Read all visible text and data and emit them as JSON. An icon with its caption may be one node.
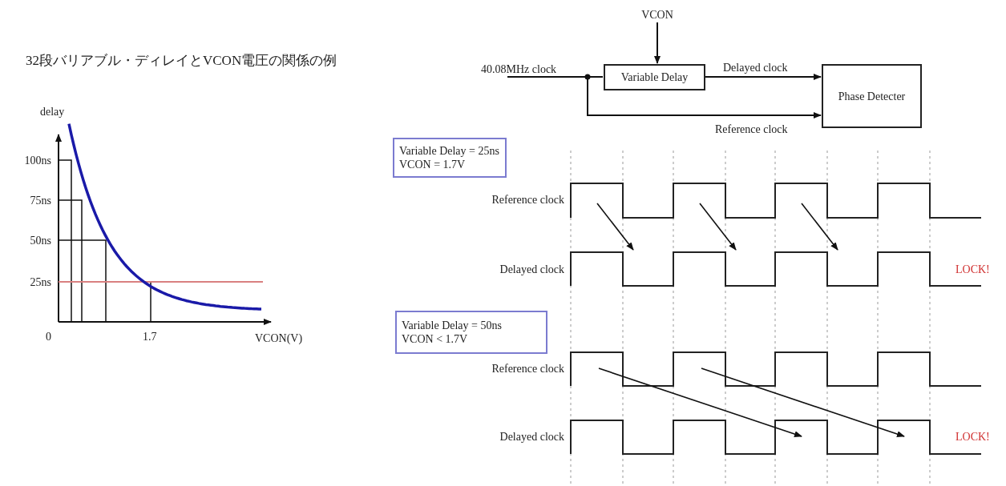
{
  "diagram": {
    "title": "32段バリアブル・ディレイとVCON電圧の関係の例",
    "nodes": [
      {
        "text": [
          "VCON"
        ]
      },
      {
        "text": [
          "Variable Delay"
        ]
      },
      {
        "text": [
          "Phase Detecter"
        ]
      },
      {
        "text": [
          "Variable Delay = 25ns",
          "VCON = 1.7V"
        ]
      },
      {
        "text": [
          "Variable Delay = 50ns",
          "VCON < 1.7V"
        ]
      }
    ],
    "edges": [
      {
        "from": 0,
        "to": 1,
        "arrow": "to"
      },
      {
        "from": null,
        "to": 1,
        "arrow": "none",
        "label": "40.08MHz clock"
      },
      {
        "from": 1,
        "to": 2,
        "arrow": "to",
        "label": "Delayed clock"
      },
      {
        "from": null,
        "to": 2,
        "arrow": "to",
        "label": "Reference clock"
      }
    ],
    "labels": [
      "delay",
      "100ns",
      "75ns",
      "50ns",
      "25ns",
      "0",
      "1.7",
      "VCON(V)",
      "Reference clock",
      "Delayed clock",
      "LOCK!",
      "Reference clock",
      "Delayed clock",
      "LOCK!"
    ]
  }
}
